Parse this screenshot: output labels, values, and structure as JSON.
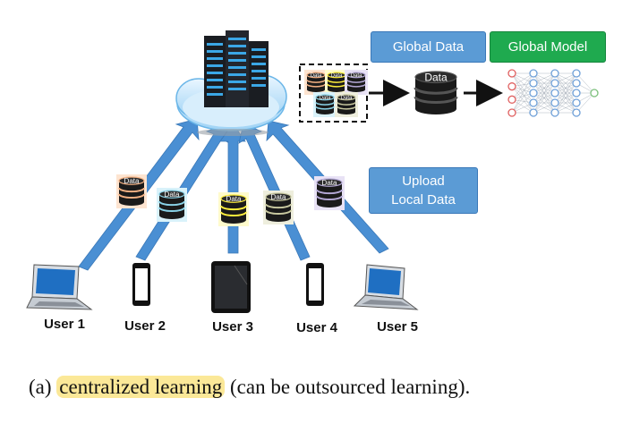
{
  "labels": {
    "global_data": "Global Data",
    "global_model": "Global Model",
    "upload_line1": "Upload",
    "upload_line2": "Local Data",
    "data_tag": "Data"
  },
  "users": [
    "User 1",
    "User 2",
    "User 3",
    "User 4",
    "User 5"
  ],
  "caption": {
    "prefix": "(a)",
    "highlight": "centralized learning",
    "suffix": "(can be outsourced learning)."
  },
  "colors": {
    "box_blue": "#5b9bd5",
    "box_green": "#1faa4f",
    "arrow_blue": "#4a8fd3",
    "highlight": "#fbe898",
    "db_orange": "#f4b183",
    "db_cyan": "#8ad3e8",
    "db_yellow": "#ffef3c",
    "db_olive": "#c9c9a0",
    "db_purple": "#b4a8d6"
  }
}
